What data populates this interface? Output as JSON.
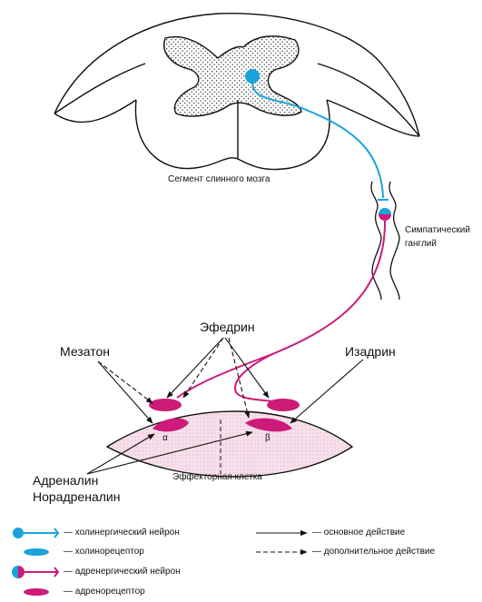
{
  "labels": {
    "spinal_cord": "Сегмент слинного мозга",
    "ganglion_line1": "Симпатический",
    "ganglion_line2": "ганглий",
    "ephedrine": "Эфедрин",
    "mezaton": "Мезатон",
    "izadrin": "Изадрин",
    "alpha": "α",
    "beta": "β",
    "effector_cell": "Эффекторная клетка",
    "adrenaline": "Адреналин",
    "noradrenaline": "Норадреналин"
  },
  "legend": {
    "cholinergic_neuron": "— холинергический нейрон",
    "cholinoreceptor": "— холинорецептор",
    "adrenergic_neuron": "— адренергический нейрон",
    "adrenoreceptor": "— адренорецептор",
    "main_action": "— основное действие",
    "additional_action": "— дополнительное действие"
  },
  "colors": {
    "cholinergic": "#1aa3d9",
    "adrenergic": "#cc1b79",
    "cell_fill": "#f3dbe6",
    "outline": "#111111"
  }
}
